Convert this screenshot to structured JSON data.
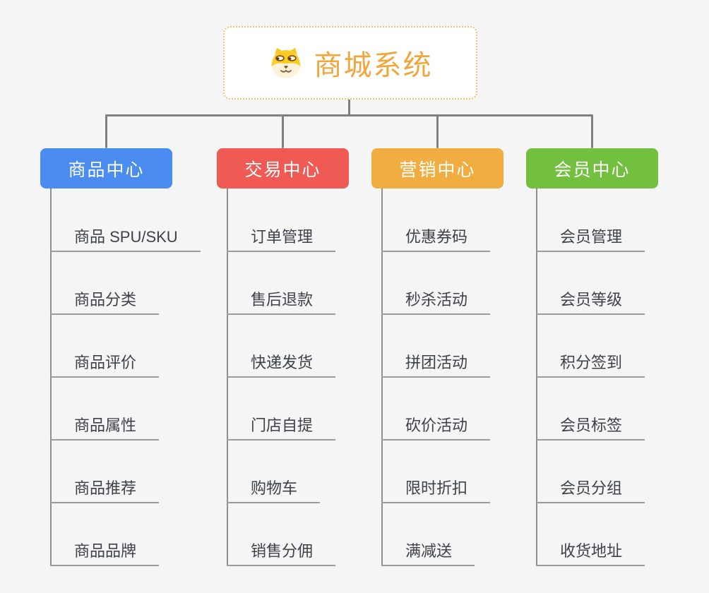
{
  "diagram": {
    "root": {
      "title": "商城系统",
      "icon": "doge-icon",
      "title_color": "#f0a63b",
      "border_color": "#f5c26d"
    },
    "branches": [
      {
        "label": "商品中心",
        "color": "#4b8cf0",
        "items": [
          "商品 SPU/SKU",
          "商品分类",
          "商品评价",
          "商品属性",
          "商品推荐",
          "商品品牌"
        ]
      },
      {
        "label": "交易中心",
        "color": "#ef5a55",
        "items": [
          "订单管理",
          "售后退款",
          "快递发货",
          "门店自提",
          "购物车",
          "销售分佣"
        ]
      },
      {
        "label": "营销中心",
        "color": "#f0ad42",
        "items": [
          "优惠券码",
          "秒杀活动",
          "拼团活动",
          "砍价活动",
          "限时折扣",
          "满减送"
        ]
      },
      {
        "label": "会员中心",
        "color": "#73bf3f",
        "items": [
          "会员管理",
          "会员等级",
          "积分签到",
          "会员标签",
          "会员分组",
          "收货地址"
        ]
      }
    ],
    "colors": {
      "background": "#f5f5f5",
      "connector": "#808080",
      "underline": "#9c9c9c",
      "item_text": "#3d4148"
    }
  }
}
